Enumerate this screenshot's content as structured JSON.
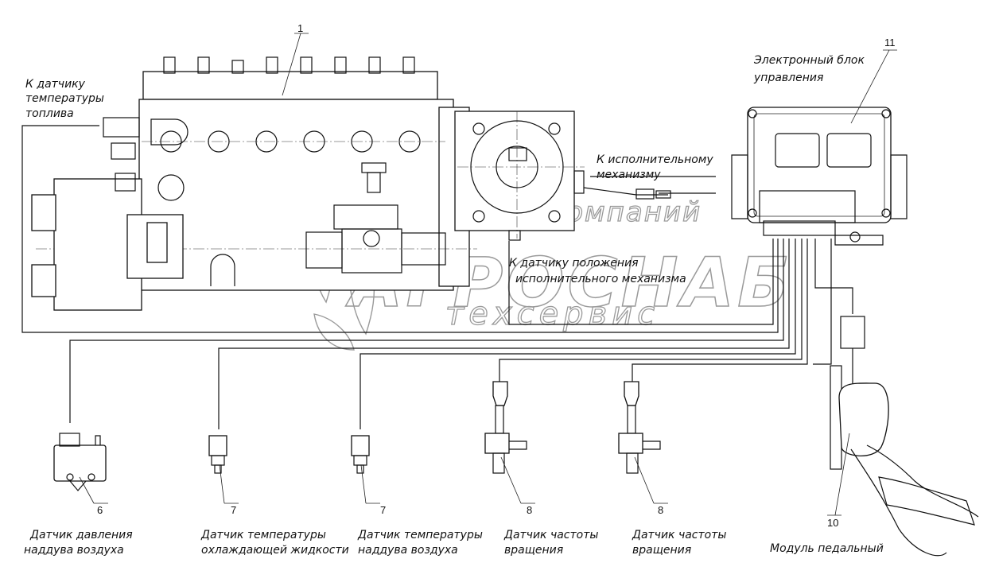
{
  "callouts": {
    "n1": "1",
    "n6": "6",
    "n7a": "7",
    "n7b": "7",
    "n8a": "8",
    "n8b": "8",
    "n10": "10",
    "n11": "11"
  },
  "labels": {
    "fuel_temp": [
      "К  датчику",
      "температуры",
      "топлива"
    ],
    "ecu": [
      "Электронный  блок",
      "управления"
    ],
    "actuator": [
      "К  исполнительному",
      "механизму"
    ],
    "actuator_pos": [
      "К датчику положения",
      "исполнительного механизма"
    ],
    "boost_pressure": [
      "Датчик  давления",
      "наддува  воздуха"
    ],
    "coolant_temp": [
      "Датчик  температуры",
      "охлаждающей  жидкости"
    ],
    "boost_temp": [
      "Датчик  температуры",
      "наддува  воздуха"
    ],
    "speed_a": [
      "Датчик  частоты",
      "вращения"
    ],
    "speed_b": [
      "Датчик  частоты",
      "вращения"
    ],
    "pedal": "Модуль  педальный"
  },
  "watermark": {
    "line1": "группа компаний",
    "line2": "АГРОСНАБ",
    "line3": "техсервис"
  }
}
